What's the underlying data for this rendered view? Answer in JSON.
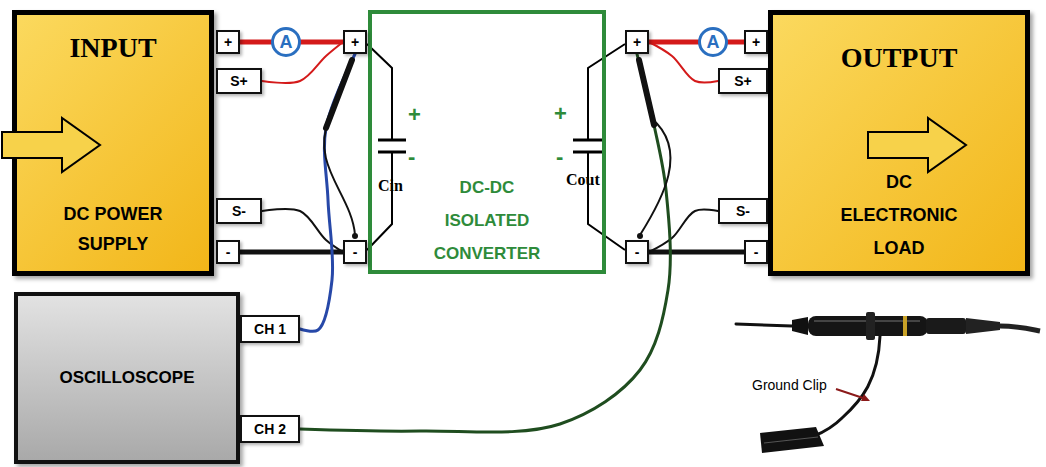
{
  "diagram": {
    "nodes": [
      {
        "text": [
          "INPUT",
          "DC POWER SUPPLY"
        ]
      },
      {
        "text": [
          "+"
        ]
      },
      {
        "text": [
          "S+"
        ]
      },
      {
        "text": [
          "S-"
        ]
      },
      {
        "text": [
          "-"
        ]
      },
      {
        "text": [
          "A"
        ]
      },
      {
        "text": [
          "DC-DC ISOLATED CONVERTER"
        ]
      },
      {
        "text": [
          "+"
        ]
      },
      {
        "text": [
          "-"
        ]
      },
      {
        "text": [
          "+"
        ]
      },
      {
        "text": [
          "-"
        ]
      },
      {
        "text": [
          "A"
        ]
      },
      {
        "text": [
          "OUTPUT",
          "DC ELECTRONIC LOAD"
        ]
      },
      {
        "text": [
          "+"
        ]
      },
      {
        "text": [
          "S+"
        ]
      },
      {
        "text": [
          "S-"
        ]
      },
      {
        "text": [
          "-"
        ]
      },
      {
        "text": [
          "OSCILLOSCOPE"
        ]
      },
      {
        "text": [
          "CH 1"
        ]
      },
      {
        "text": [
          "CH 2"
        ]
      }
    ],
    "edges": [
      {
        "from": 1,
        "to": 5,
        "arrow": "none"
      },
      {
        "from": 5,
        "to": 7,
        "arrow": "none"
      },
      {
        "from": 2,
        "to": 7,
        "arrow": "none"
      },
      {
        "from": 4,
        "to": 8,
        "arrow": "none"
      },
      {
        "from": 3,
        "to": 8,
        "arrow": "none"
      },
      {
        "from": 9,
        "to": 11,
        "arrow": "none"
      },
      {
        "from": 11,
        "to": 13,
        "arrow": "none"
      },
      {
        "from": 9,
        "to": 14,
        "arrow": "none"
      },
      {
        "from": 10,
        "to": 16,
        "arrow": "none"
      },
      {
        "from": 10,
        "to": 15,
        "arrow": "none"
      },
      {
        "from": 18,
        "to": 7,
        "arrow": "none"
      },
      {
        "from": 19,
        "to": 9,
        "arrow": "none"
      }
    ],
    "labels": [
      "+",
      "-",
      "Cin",
      "+",
      "-",
      "Cout",
      "Ground Clip"
    ]
  }
}
